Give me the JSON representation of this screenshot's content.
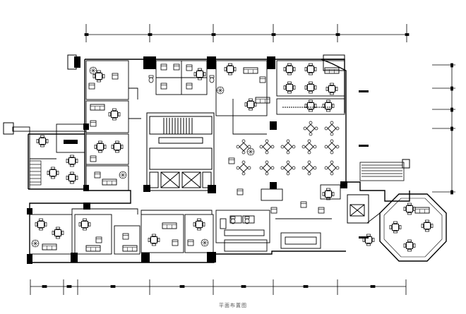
{
  "drawing": {
    "caption": "平面布置图",
    "line_color": "#000000",
    "background": "#ffffff",
    "style": "architectural floor plan, black linework on white",
    "furniture_icons": [
      "square-table-with-four-chairs-icon",
      "sofa-icon",
      "armchair-icon",
      "toilet-icon",
      "washbasin-icon",
      "tree-icon"
    ],
    "features": [
      "top-dimension-line",
      "bottom-dimension-line",
      "right-dimension-line",
      "elevator-core",
      "central-staircase",
      "left-staircase",
      "right-staircase",
      "restaurant-dining-hall",
      "octagonal-dining-room",
      "private-dining-rooms",
      "office-rooms"
    ]
  }
}
